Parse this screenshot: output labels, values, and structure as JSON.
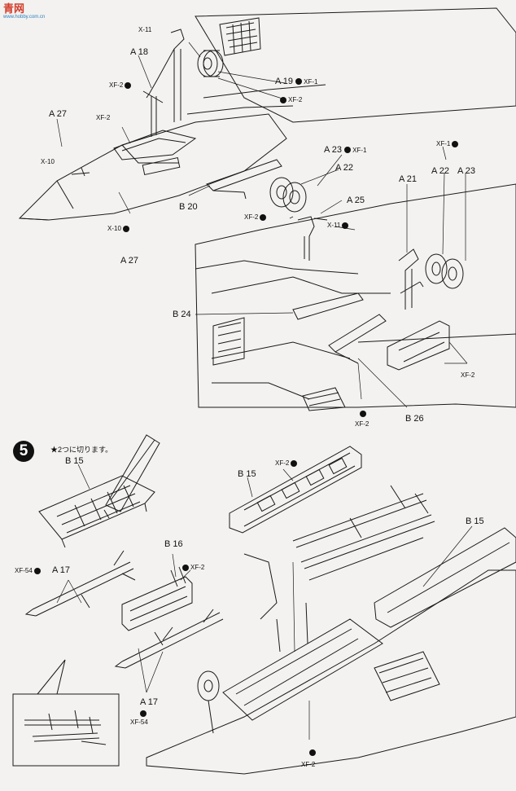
{
  "logo": {
    "text": "青网",
    "subtext": "www.hobby.com.cn"
  },
  "step": {
    "number": "5",
    "cut_note": "★2つに切ります。"
  },
  "labels_top": {
    "x11_a": "X-11",
    "a18": "A 18",
    "xf2_a": "XF-2",
    "a19": "A 19",
    "xf1_a": "XF-1",
    "xf2_b": "XF-2",
    "a27_a": "A 27",
    "xf2_c": "XF-2",
    "x10_a": "X-10",
    "a23_a": "A 23",
    "xf1_b": "XF-1",
    "a22_a": "A 22",
    "xf1_c": "XF-1",
    "a21": "A 21",
    "a22_b": "A 22",
    "a23_b": "A 23",
    "a25": "A 25",
    "xf2_d": "XF-2",
    "x11_b": "X-11",
    "b20": "B 20",
    "x10_b": "X-10",
    "a27_b": "A 27",
    "b24": "B 24",
    "xf2_e": "XF-2",
    "xf2_f": "XF-2",
    "b26": "B 26"
  },
  "labels_bottom": {
    "b15_a": "B 15",
    "xf2_g": "XF-2",
    "b15_b": "B 15",
    "b15_c": "B 15",
    "b16": "B 16",
    "xf2_h": "XF-2",
    "xf54_a": "XF-54",
    "a17_a": "A 17",
    "a17_b": "A 17",
    "xf54_b": "XF-54",
    "xf2_i": "XF-2"
  },
  "colors": {
    "ink": "#1a1a1a",
    "paper": "#f3f2f0",
    "logo_red": "#d23b2a",
    "logo_blue": "#2c7fbf"
  }
}
